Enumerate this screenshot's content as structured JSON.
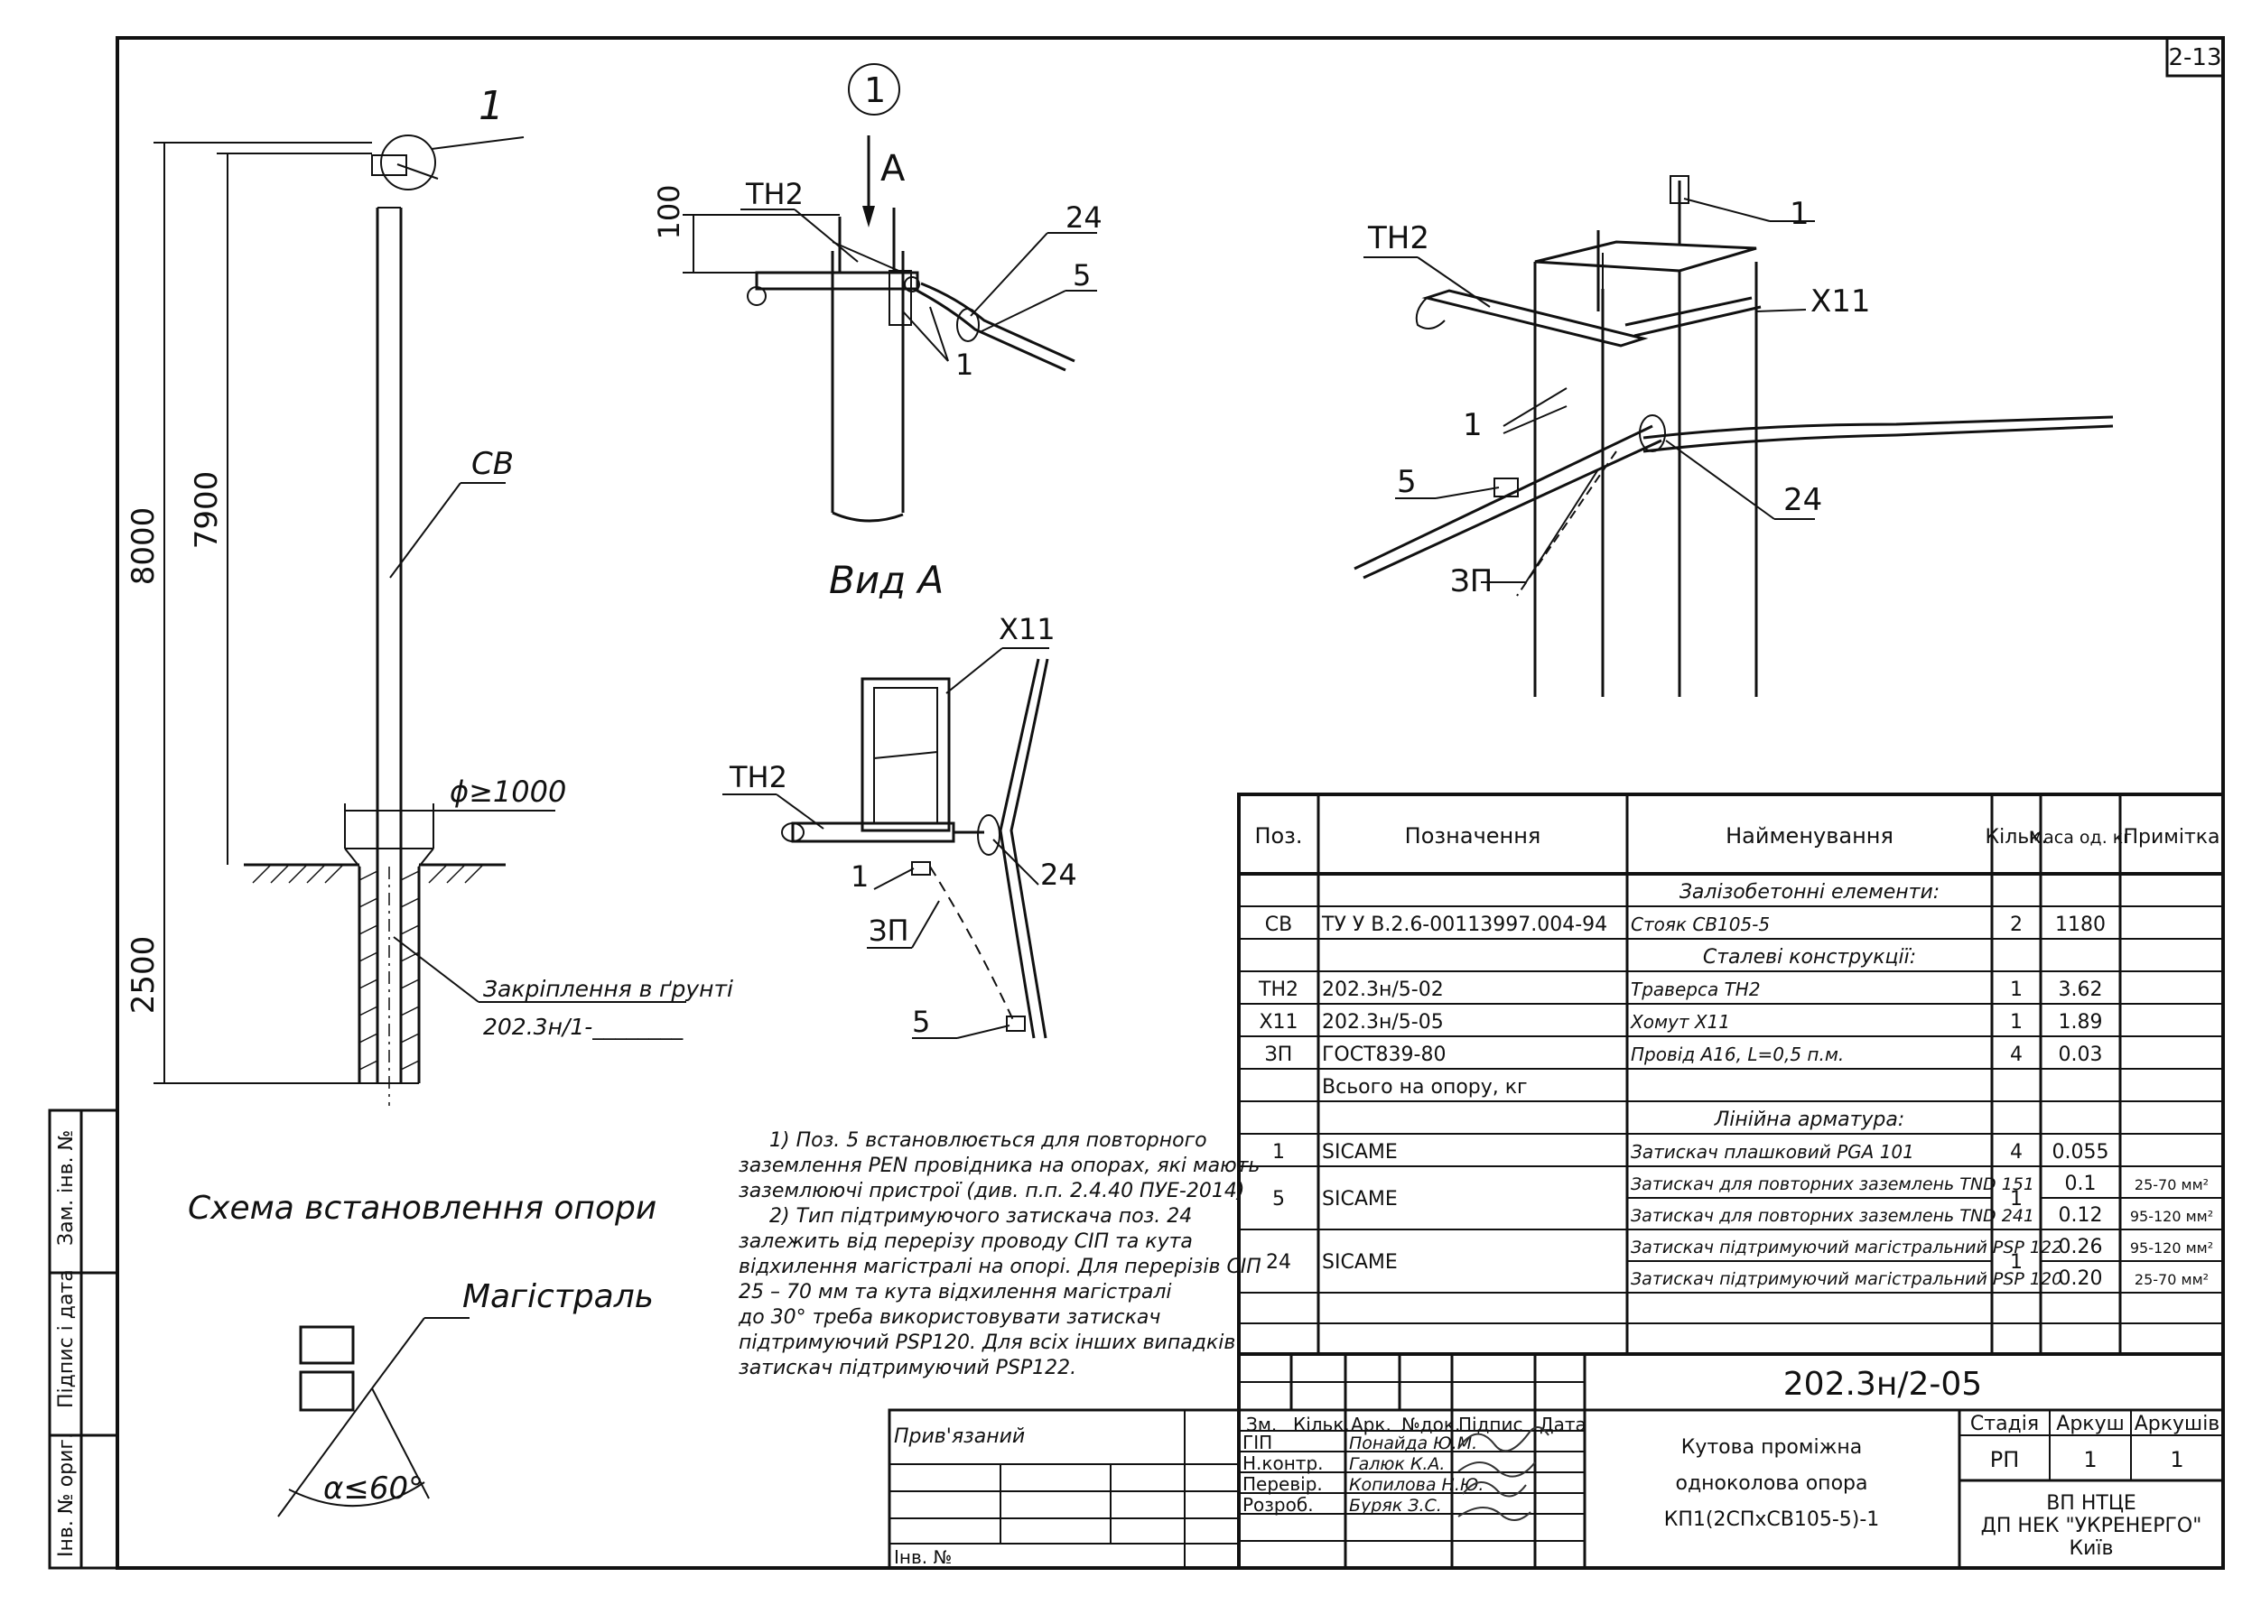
{
  "sheet": {
    "sheet_code": "2-13",
    "document_code": "202.3н/2-05",
    "title_lines": [
      "Кутова проміжна",
      "одноколова опора",
      "КП1(2СПхСВ105-5)-1"
    ],
    "organization_lines": [
      "ВП НТЦЕ",
      "ДП НЕК \"УКРЕНЕРГО\"",
      "Київ"
    ],
    "stage_header": "Стадія",
    "sheet_header": "Аркуш",
    "sheets_header": "Аркушів",
    "stage": "РП",
    "sheet_no": "1",
    "sheets_total": "1",
    "privyazanyi": "Прив'язаний",
    "inv_no_label": "Інв. №",
    "side_stamp": [
      "Інв. № ориг.",
      "Підпис і дата",
      "Зам. інв. №"
    ],
    "sign_headers": [
      "Зм.",
      "Кільк.",
      "Арк.",
      "№док.",
      "Підпис",
      "Дата"
    ],
    "signatures": [
      {
        "role": "ГІП",
        "name": "Понайда Ю.М."
      },
      {
        "role": "Н.контр.",
        "name": "Галюк К.А."
      },
      {
        "role": "Перевір.",
        "name": "Копилова Н.Ю."
      },
      {
        "role": "Розроб.",
        "name": "Буряк З.С."
      }
    ]
  },
  "scheme": {
    "callout_node": "1",
    "pole_label": "СВ",
    "dim_total": "8000",
    "dim_above": "7900",
    "dim_below": "2500",
    "diameter": "ϕ≥1000",
    "foundation_note": "Закріплення в ґрунті",
    "foundation_ref": "202.3н/1-________",
    "caption": "Схема встановлення опори"
  },
  "detail_1": {
    "circle_label": "1",
    "view_arrow": "А",
    "dim_100": "100",
    "labels": {
      "th2": "ТН2",
      "p24": "24",
      "p5": "5",
      "p1": "1"
    }
  },
  "view_a": {
    "title": "Вид А",
    "labels": {
      "x11": "Х11",
      "th2": "ТН2",
      "p1": "1",
      "p24": "24",
      "zp": "ЗП",
      "p5": "5"
    }
  },
  "iso": {
    "labels": {
      "th2": "ТН2",
      "p1_top": "1",
      "x11": "Х11",
      "p1_left": "1",
      "p5": "5",
      "p24": "24",
      "zp": "ЗП"
    }
  },
  "magistral": {
    "label": "Магістраль",
    "angle": "α≤60°"
  },
  "notes": [
    "1) Поз. 5 встановлюється для повторного",
    "заземлення PEN провідника на опорах, які мають",
    "заземлюючі пристрої (див. п.п. 2.4.40 ПУЕ-2014)",
    "2) Тип підтримуючого затискача поз. 24",
    "залежить від перерізу проводу СІП та кута",
    "відхилення магістралі на опорі. Для перерізів СІП",
    "25 – 70 мм  та кута відхилення магістралі",
    "до 30° треба використовувати затискач",
    "підтримуючий PSP120. Для всіх інших випадків",
    "затискач підтримуючий PSP122."
  ],
  "spec": {
    "headers": {
      "pos": "Поз.",
      "designation": "Позначення",
      "name": "Найменування",
      "qty": "Кільк.",
      "mass": "Маса од. кг",
      "note": "Примітка"
    },
    "sections": {
      "concrete": "Залізобетонні елементи:",
      "steel": "Сталеві конструкції:",
      "fittings": "Лінійна арматура:"
    },
    "rows": {
      "sv": {
        "pos": "СВ",
        "designation": "ТУ У В.2.6-00113997.004-94",
        "name": "Стояк СВ105-5",
        "qty": "2",
        "mass": "1180"
      },
      "th2": {
        "pos": "ТН2",
        "designation": "202.3н/5-02",
        "name": "Траверса ТН2",
        "qty": "1",
        "mass": "3.62"
      },
      "x11": {
        "pos": "Х11",
        "designation": "202.3н/5-05",
        "name": "Хомут Х11",
        "qty": "1",
        "mass": "1.89"
      },
      "zp": {
        "pos": "ЗП",
        "designation": "ГОСТ839-80",
        "name": "Провід А16, L=0,5 п.м.",
        "qty": "4",
        "mass": "0.03"
      },
      "total": {
        "designation": "Всього на опору, кг"
      },
      "p1": {
        "pos": "1",
        "designation": "SICAME",
        "name": "Затискач плашковий PGA 101",
        "qty": "4",
        "mass": "0.055"
      },
      "p5": {
        "pos": "5",
        "designation": "SICAME",
        "qty": "1",
        "name_a": "Затискач для повторних заземлень TND 151",
        "mass_a": "0.1",
        "note_a": "25-70 мм²",
        "name_b": "Затискач для повторних заземлень TND 241",
        "mass_b": "0.12",
        "note_b": "95-120 мм²"
      },
      "p24": {
        "pos": "24",
        "designation": "SICAME",
        "qty": "1",
        "name_a": "Затискач підтримуючий магістральний PSP 122",
        "mass_a": "0.26",
        "note_a": "95-120 мм²",
        "name_b": "Затискач підтримуючий магістральний PSP 120",
        "mass_b": "0.20",
        "note_b": "25-70 мм²"
      }
    }
  }
}
